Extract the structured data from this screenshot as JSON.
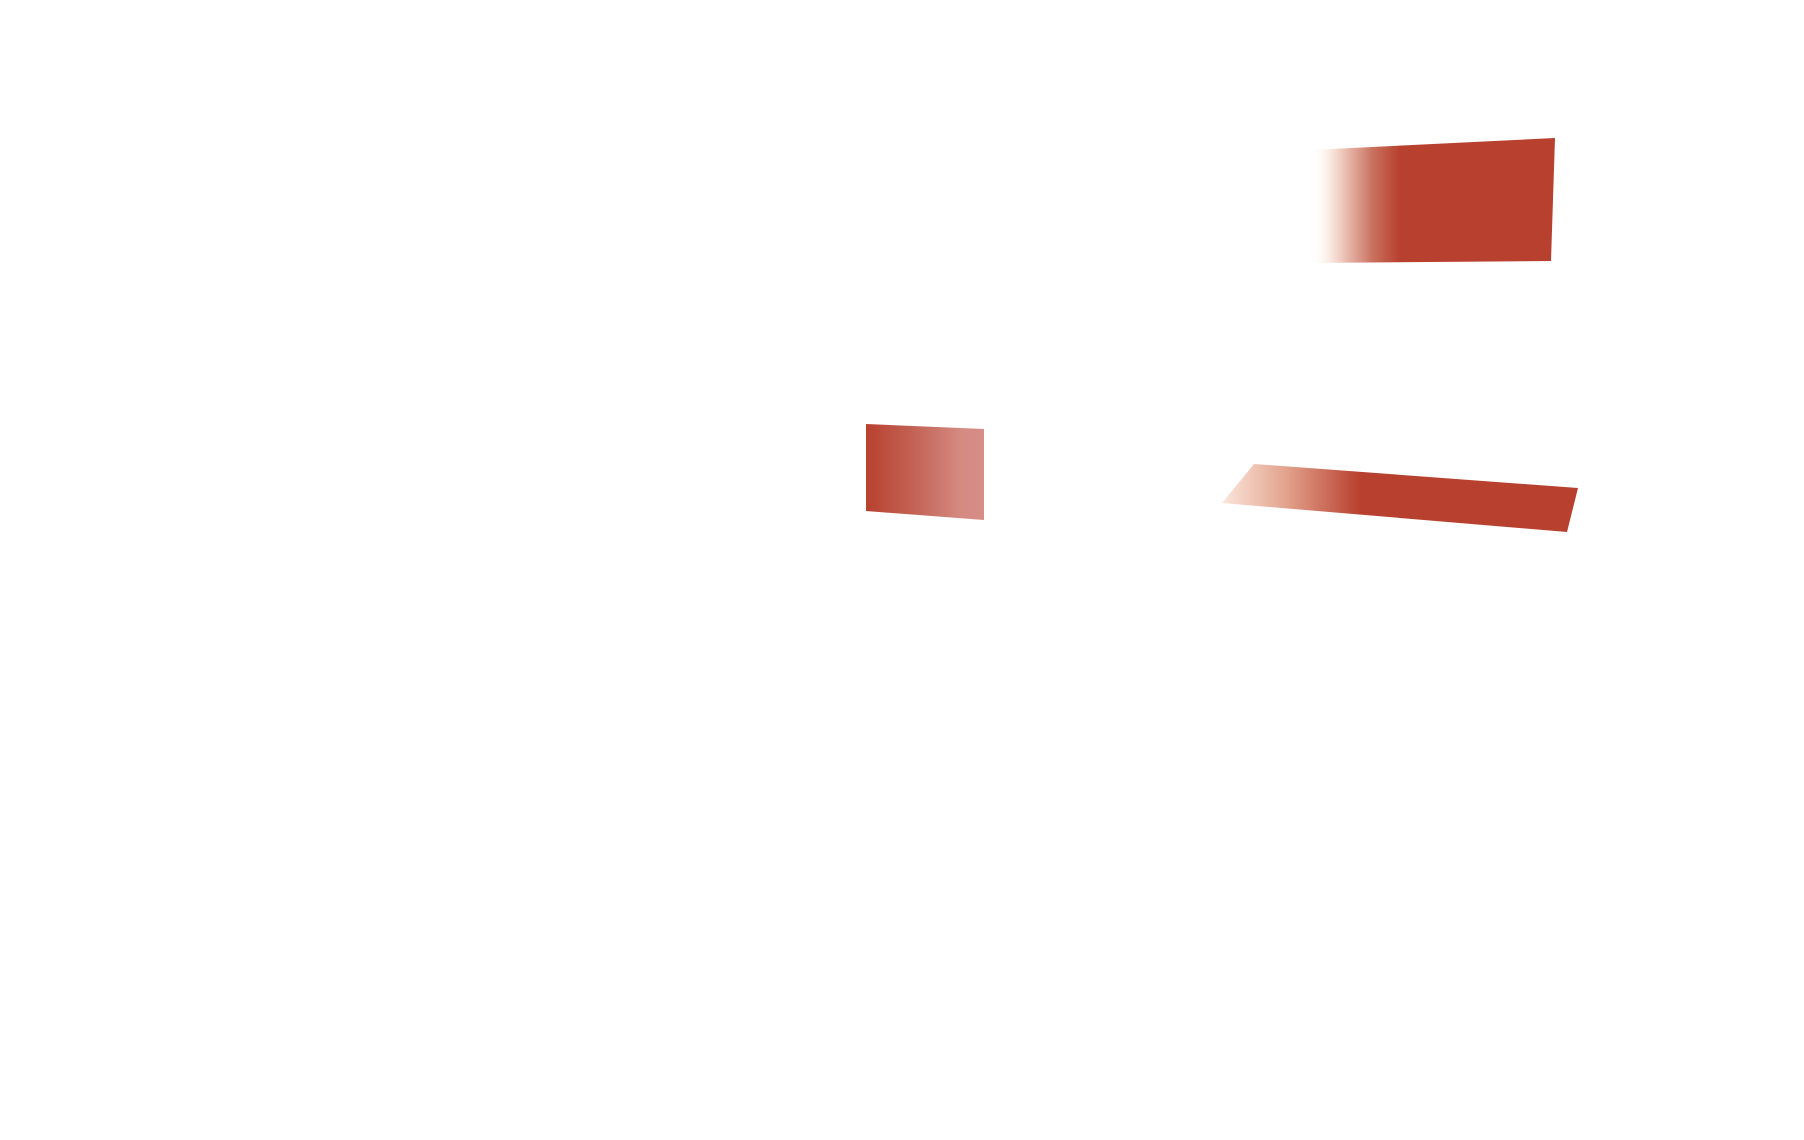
{
  "colors": {
    "background": "#ffffff",
    "accent_red": "#b8402e",
    "light_red": "#d58a82",
    "fade": "#fbe6dc"
  },
  "shapes": [
    {
      "name": "top-right-fading-panel",
      "fill": "gradient-fade-left"
    },
    {
      "name": "center-small-panel",
      "fill": "gradient-fade-right"
    },
    {
      "name": "right-slanted-strip",
      "fill": "gradient-fade-left"
    }
  ]
}
